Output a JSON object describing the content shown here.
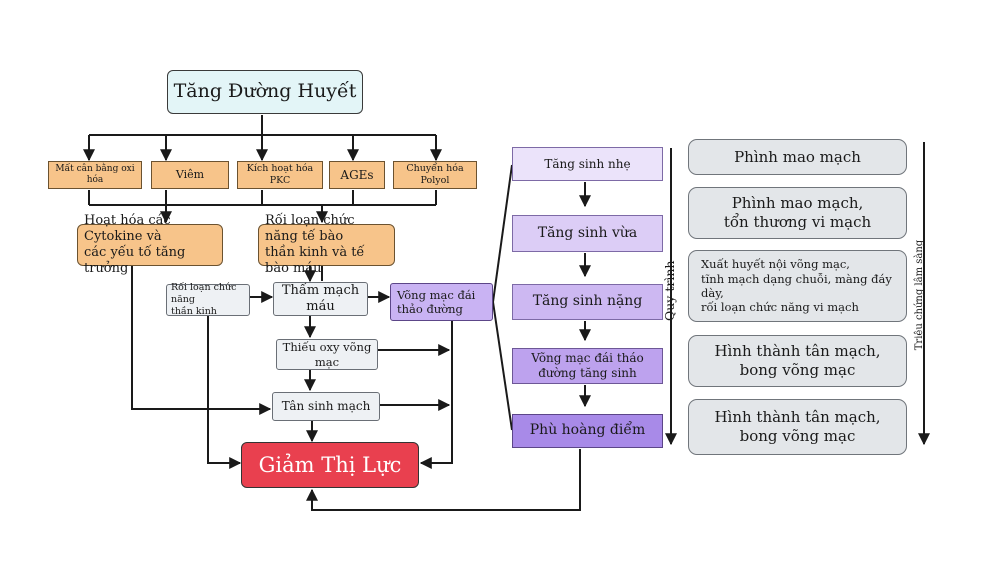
{
  "root": "Tăng Đường Huyết",
  "causes": [
    "Mất cân bằng oxi hóa",
    "Viêm",
    "Kích hoạt hóa PKC",
    "AGEs",
    "Chuyển hóa Polyol"
  ],
  "effects": {
    "cytokine": "Hoạt hóa các Cytokine và\ncác yếu tố tăng trưởng",
    "neuro_blood": "Rối loạn chức năng tế bào\nthần kinh và tế bào máu"
  },
  "mechanisms": {
    "neuro_dysfunction": "Rối loạn chức năng\nthần kinh",
    "vascular_leak": "Thấm mạch máu",
    "hypoxia": "Thiếu oxy võng\nmạc",
    "neovascularization": "Tân sinh mạch",
    "diabetic_retinopathy": "Võng mạc đái\nthảo đường"
  },
  "outcome": "Giảm Thị Lực",
  "stages": [
    "Tăng sinh nhẹ",
    "Tăng sinh vừa",
    "Tăng sinh nặng",
    "Võng mạc đái tháo\nđường tăng sinh",
    "Phù hoàng điểm"
  ],
  "process_label": "Quy trình",
  "symptoms": [
    "Phình mao mạch",
    "Phình mao mạch,\ntổn thương vi mạch",
    "Xuất huyết nội võng mạc,\ntĩnh mạch dạng chuỗi, màng đáy dày,\nrối loạn chức năng vi mạch",
    "Hình thành tân mạch,\nbong võng mạc",
    "Hình thành tân mạch,\nbong võng mạc"
  ],
  "symptoms_label": "Triệu chứng lâm sàng"
}
